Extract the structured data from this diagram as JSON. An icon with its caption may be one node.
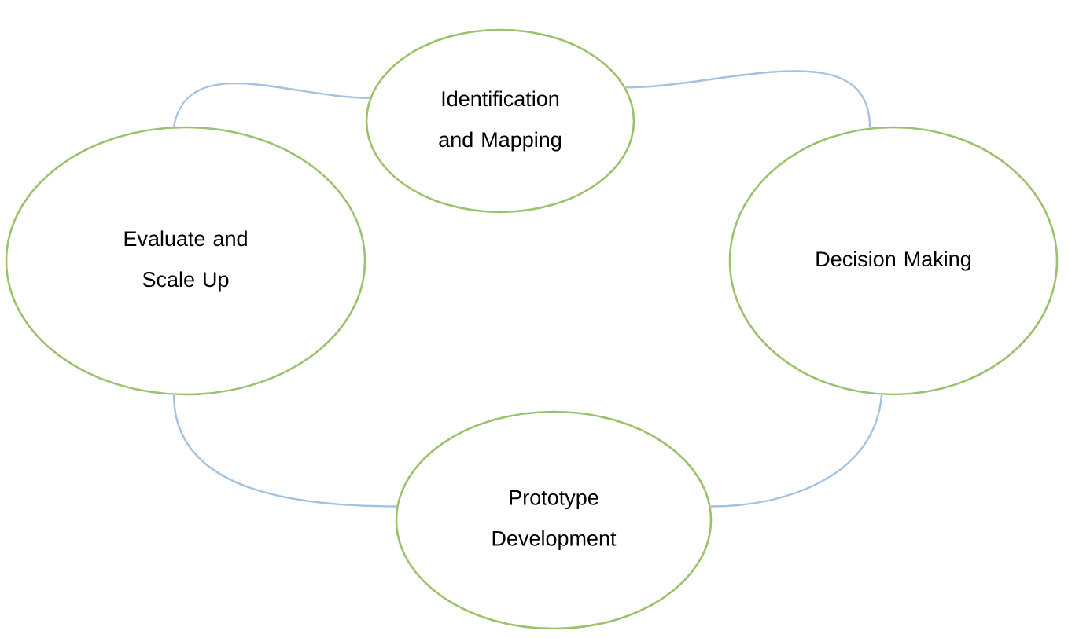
{
  "diagram": {
    "nodes": [
      {
        "text": [
          "Identification and Mapping"
        ]
      },
      {
        "text": [
          "Decision Making"
        ]
      },
      {
        "text": [
          "Evaluate and Scale Up"
        ]
      },
      {
        "text": [
          "Prototype Development"
        ]
      }
    ],
    "edges": [
      {
        "from": 0,
        "to": 1,
        "arrow": "none"
      },
      {
        "from": 1,
        "to": 3,
        "arrow": "none"
      },
      {
        "from": 3,
        "to": 2,
        "arrow": "none"
      },
      {
        "from": 2,
        "to": 0,
        "arrow": "none"
      }
    ]
  }
}
